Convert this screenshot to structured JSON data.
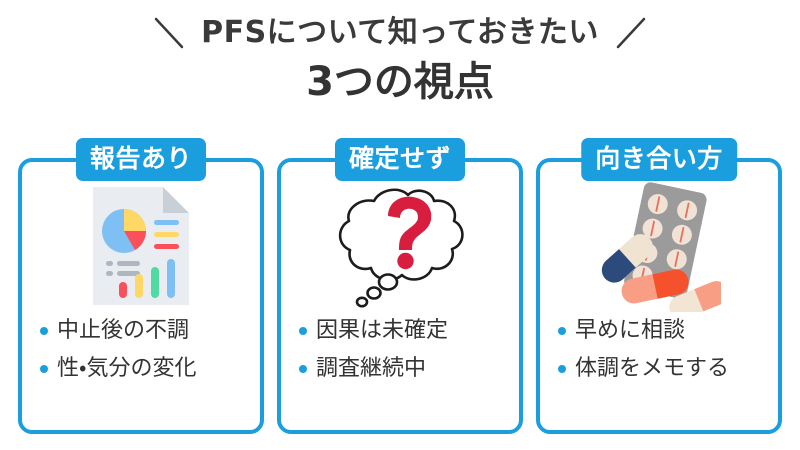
{
  "header": {
    "title_line1": "PFSについて知っておきたい",
    "title_line2": "3つの視点",
    "left_slash_name": "left-slash-decoration",
    "right_slash_name": "right-slash-decoration"
  },
  "theme": {
    "accent_blue": "#1a9ede",
    "text_dark": "#333333",
    "background": "#ffffff",
    "question_red": "#d81e3f"
  },
  "cards": [
    {
      "badge": "報告あり",
      "icon": "report-document-chart-icon",
      "bullets": [
        "中止後の不調",
        "性・気分の変化"
      ]
    },
    {
      "badge": "確定せず",
      "icon": "thought-bubble-question-mark-icon",
      "bullets": [
        "因果は未確定",
        "調査継続中"
      ]
    },
    {
      "badge": "向き合い方",
      "icon": "pills-blister-pack-icon",
      "bullets": [
        "早めに相談",
        "体調をメモする"
      ]
    }
  ]
}
